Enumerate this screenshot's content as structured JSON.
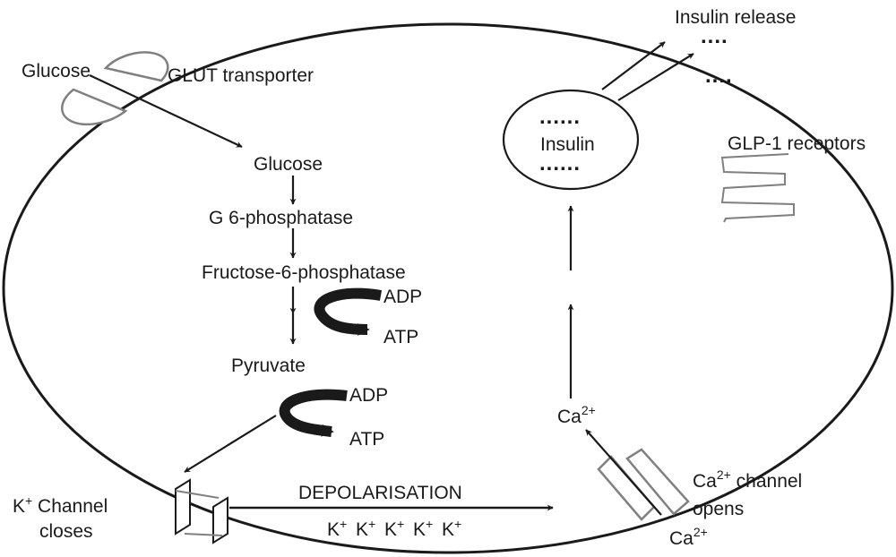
{
  "labels": {
    "glucose_outside": "Glucose",
    "glut_transporter": "GLUT transporter",
    "glucose_inside": "Glucose",
    "g6_phosphatase": "G 6-phosphatase",
    "fructose6_phosphatase": "Fructose-6-phosphatase",
    "adp": "ADP",
    "atp": "ATP",
    "pyruvate": "Pyruvate",
    "k_channel": {
      "ion": "K",
      "charge": "+",
      "line1": " Channel",
      "line2": "closes"
    },
    "depolarisation": "DEPOLARISATION",
    "k_ion": {
      "symbol": "K",
      "charge": "+"
    },
    "ca_inside": {
      "symbol": "Ca",
      "charge": "2+"
    },
    "ca_channel": {
      "ion": "Ca",
      "charge": "2+",
      "line1": " channel",
      "line2": "opens"
    },
    "ca_outside": {
      "symbol": "Ca",
      "charge": "2+"
    },
    "insulin": "Insulin",
    "insulin_release": "Insulin release",
    "glp1_receptors": "GLP-1  receptors",
    "granule_dots": "......"
  },
  "colors": {
    "stroke": "#1a1a1a",
    "structure_gray": "#808080"
  }
}
